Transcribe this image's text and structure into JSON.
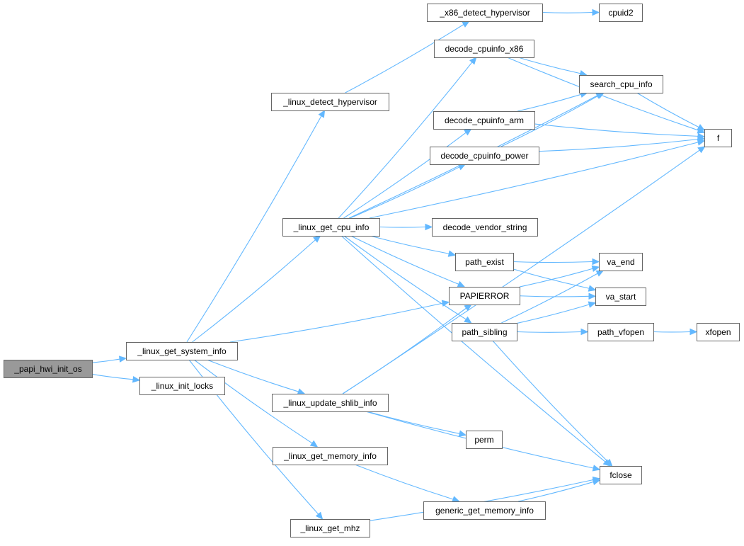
{
  "graph": {
    "nodes": [
      {
        "id": "papi_hwi_init_os",
        "label": "_papi_hwi_init_os",
        "root": true
      },
      {
        "id": "linux_get_system_info",
        "label": "_linux_get_system_info"
      },
      {
        "id": "linux_init_locks",
        "label": "_linux_init_locks"
      },
      {
        "id": "linux_detect_hypervisor",
        "label": "_linux_detect_hypervisor"
      },
      {
        "id": "linux_get_cpu_info",
        "label": "_linux_get_cpu_info"
      },
      {
        "id": "linux_update_shlib_info",
        "label": "_linux_update_shlib_info"
      },
      {
        "id": "linux_get_memory_info",
        "label": "_linux_get_memory_info"
      },
      {
        "id": "linux_get_mhz",
        "label": "_linux_get_mhz"
      },
      {
        "id": "x86_detect_hypervisor",
        "label": "_x86_detect_hypervisor"
      },
      {
        "id": "cpuid2",
        "label": "cpuid2"
      },
      {
        "id": "decode_cpuinfo_x86",
        "label": "decode_cpuinfo_x86"
      },
      {
        "id": "search_cpu_info",
        "label": "search_cpu_info"
      },
      {
        "id": "decode_cpuinfo_arm",
        "label": "decode_cpuinfo_arm"
      },
      {
        "id": "decode_cpuinfo_power",
        "label": "decode_cpuinfo_power"
      },
      {
        "id": "f",
        "label": "f"
      },
      {
        "id": "decode_vendor_string",
        "label": "decode_vendor_string"
      },
      {
        "id": "path_exist",
        "label": "path_exist"
      },
      {
        "id": "va_end",
        "label": "va_end"
      },
      {
        "id": "PAPIERROR",
        "label": "PAPIERROR"
      },
      {
        "id": "va_start",
        "label": "va_start"
      },
      {
        "id": "path_sibling",
        "label": "path_sibling"
      },
      {
        "id": "path_vfopen",
        "label": "path_vfopen"
      },
      {
        "id": "xfopen",
        "label": "xfopen"
      },
      {
        "id": "perm",
        "label": "perm"
      },
      {
        "id": "fclose",
        "label": "fclose"
      },
      {
        "id": "generic_get_memory_info",
        "label": "generic_get_memory_info"
      }
    ],
    "edges": [
      [
        "papi_hwi_init_os",
        "linux_get_system_info"
      ],
      [
        "papi_hwi_init_os",
        "linux_init_locks"
      ],
      [
        "linux_get_system_info",
        "linux_detect_hypervisor"
      ],
      [
        "linux_get_system_info",
        "linux_get_cpu_info"
      ],
      [
        "linux_get_system_info",
        "PAPIERROR"
      ],
      [
        "linux_get_system_info",
        "linux_update_shlib_info"
      ],
      [
        "linux_get_system_info",
        "linux_get_memory_info"
      ],
      [
        "linux_get_system_info",
        "linux_get_mhz"
      ],
      [
        "linux_detect_hypervisor",
        "x86_detect_hypervisor"
      ],
      [
        "x86_detect_hypervisor",
        "cpuid2"
      ],
      [
        "linux_get_cpu_info",
        "decode_cpuinfo_x86"
      ],
      [
        "linux_get_cpu_info",
        "search_cpu_info"
      ],
      [
        "linux_get_cpu_info",
        "decode_cpuinfo_arm"
      ],
      [
        "linux_get_cpu_info",
        "decode_cpuinfo_power"
      ],
      [
        "linux_get_cpu_info",
        "f"
      ],
      [
        "linux_get_cpu_info",
        "decode_vendor_string"
      ],
      [
        "linux_get_cpu_info",
        "path_exist"
      ],
      [
        "linux_get_cpu_info",
        "PAPIERROR"
      ],
      [
        "linux_get_cpu_info",
        "path_sibling"
      ],
      [
        "linux_get_cpu_info",
        "fclose"
      ],
      [
        "decode_cpuinfo_x86",
        "search_cpu_info"
      ],
      [
        "decode_cpuinfo_x86",
        "f"
      ],
      [
        "search_cpu_info",
        "f"
      ],
      [
        "decode_cpuinfo_arm",
        "search_cpu_info"
      ],
      [
        "decode_cpuinfo_arm",
        "f"
      ],
      [
        "decode_cpuinfo_power",
        "search_cpu_info"
      ],
      [
        "decode_cpuinfo_power",
        "f"
      ],
      [
        "path_exist",
        "va_end"
      ],
      [
        "path_exist",
        "va_start"
      ],
      [
        "PAPIERROR",
        "va_end"
      ],
      [
        "PAPIERROR",
        "va_start"
      ],
      [
        "path_sibling",
        "va_end"
      ],
      [
        "path_sibling",
        "va_start"
      ],
      [
        "path_sibling",
        "path_vfopen"
      ],
      [
        "path_sibling",
        "fclose"
      ],
      [
        "path_vfopen",
        "xfopen"
      ],
      [
        "linux_update_shlib_info",
        "PAPIERROR"
      ],
      [
        "linux_update_shlib_info",
        "f"
      ],
      [
        "linux_update_shlib_info",
        "perm"
      ],
      [
        "linux_update_shlib_info",
        "fclose"
      ],
      [
        "linux_get_memory_info",
        "generic_get_memory_info"
      ],
      [
        "generic_get_memory_info",
        "fclose"
      ],
      [
        "linux_get_mhz",
        "fclose"
      ]
    ]
  }
}
